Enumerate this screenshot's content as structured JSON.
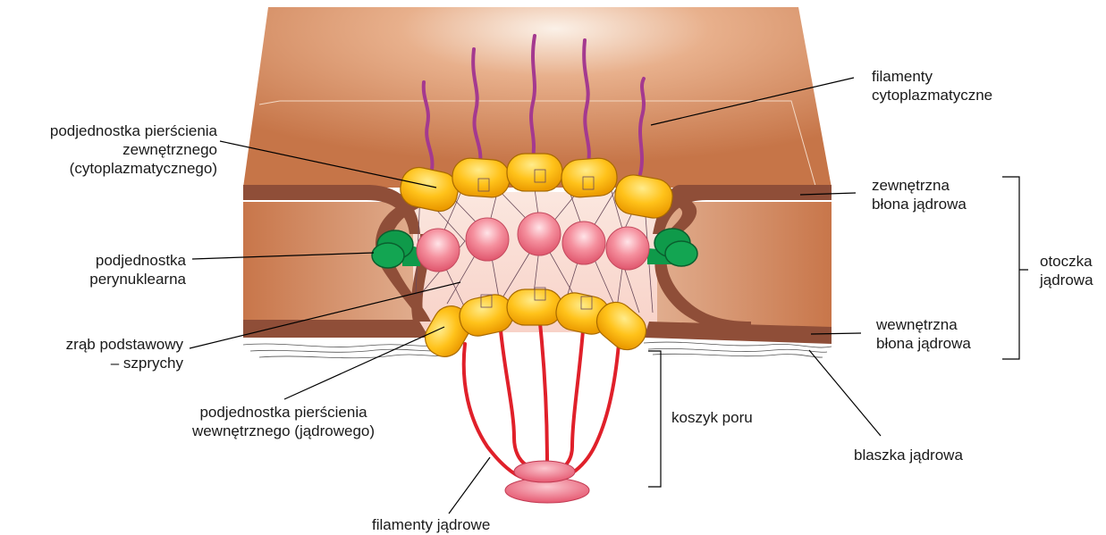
{
  "labels": {
    "cytoplasmic_filaments": [
      "filamenty",
      "cytoplazmatyczne"
    ],
    "outer_ring_subunit": [
      "podjednostka pierścienia",
      "zewnętrznego",
      "(cytoplazmatycznego)"
    ],
    "outer_membrane": [
      "zewnętrzna",
      "błona jądrowa"
    ],
    "perinuclear_subunit": [
      "podjednostka",
      "perynuklearna"
    ],
    "nuclear_envelope": [
      "otoczka",
      "jądrowa"
    ],
    "spokes": [
      "zrąb podstawowy",
      "– szprychy"
    ],
    "inner_membrane": [
      "wewnętrzna",
      "błona jądrowa"
    ],
    "inner_ring_subunit": [
      "podjednostka pierścienia",
      "wewnętrznego (jądrowego)"
    ],
    "pore_basket": "koszyk poru",
    "nuclear_lamina": "blaszka jądrowa",
    "nuclear_filaments": "filamenty jądrowe"
  },
  "colors": {
    "cytoplasm_light": "#f6e3d2",
    "cytoplasm_dark": "#c8764a",
    "membrane": "#8f4e38",
    "ring_subunit": "#f5b400",
    "ring_highlight": "#ffe98a",
    "central_sphere": "#f06a7e",
    "perinuclear": "#0f9a4a",
    "cyto_filament": "#a4398f",
    "nuclear_filament": "#e0202a",
    "basket_disc": "#ec5b6f"
  }
}
